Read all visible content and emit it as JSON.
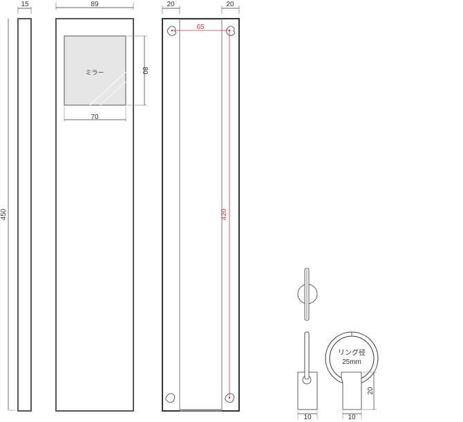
{
  "drawing": {
    "colors": {
      "outline": "#555555",
      "dim": "#333333",
      "red": "#e0303a",
      "mirror_fill": "#e6e6e6"
    },
    "side_view": {
      "width_label": "15",
      "height_label": "450"
    },
    "front_view": {
      "width_label": "89",
      "mirror_label": "ミラー",
      "mirror_height_label": "80",
      "mirror_width_label": "70"
    },
    "back_view": {
      "left_margin_label": "20",
      "right_margin_label": "20",
      "hole_spacing_label": "65",
      "hole_vertical_label": "420"
    },
    "ring_detail": {
      "ring_text_line1": "リング径",
      "ring_text_line2": "25mm",
      "side_width_label": "10",
      "front_width_label": "10",
      "height_label": "20"
    }
  }
}
